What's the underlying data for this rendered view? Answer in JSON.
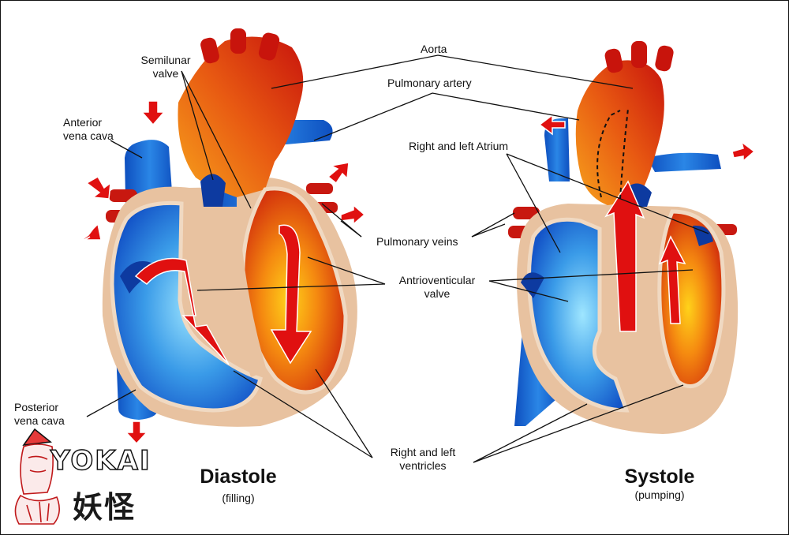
{
  "labels": {
    "semilunar_valve": "Semilunar\nvalve",
    "aorta": "Aorta",
    "pulmonary_artery": "Pulmonary artery",
    "anterior_vena_cava": "Anterior\nvena cava",
    "right_left_atrium": "Right and left Atrium",
    "pulmonary_veins": "Pulmonary veins",
    "av_valve": "Antrioventicular\nvalve",
    "posterior_vena_cava": "Posterior\nvena cava",
    "right_left_ventricles": "Right and left\nventricles"
  },
  "panels": {
    "diastole": {
      "title": "Diastole",
      "subtitle": "(filling)"
    },
    "systole": {
      "title": "Systole",
      "subtitle": "(pumping)"
    }
  },
  "logo": {
    "name": "YOKAI",
    "kanji": "妖怪"
  },
  "colors": {
    "oxygen_poor_blue": "#1565d8",
    "oxygen_rich_red": "#d42010",
    "myocardium_tan": "#e8c2a0",
    "flow_arrow_red": "#e01010"
  }
}
